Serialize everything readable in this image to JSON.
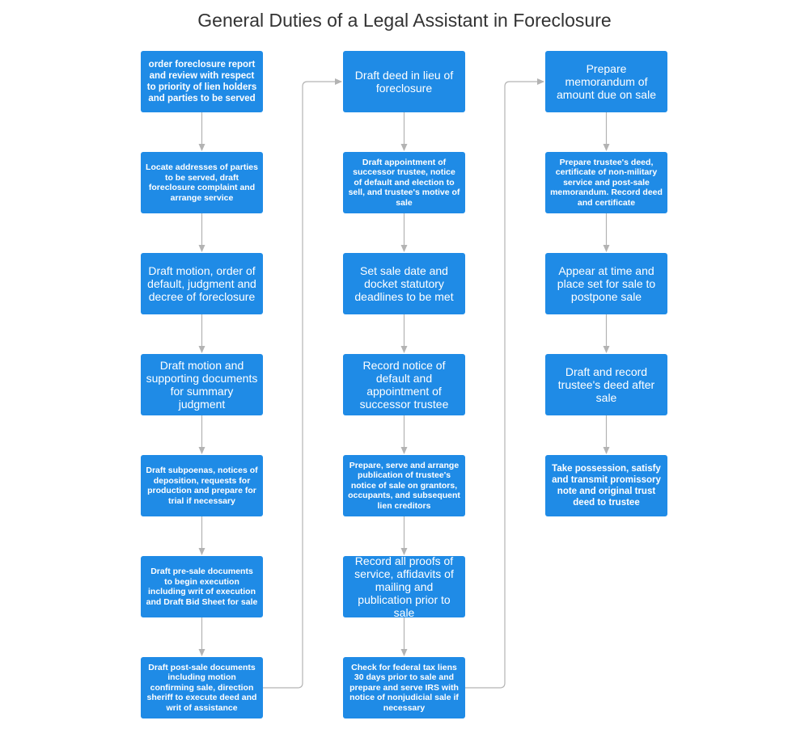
{
  "title": "General Duties of a Legal Assistant in Foreclosure",
  "colors": {
    "node_fill": "#1f8be6",
    "connector": "#b3b3b3",
    "title_text": "#333333"
  },
  "columns": [
    {
      "nodes": [
        "order foreclosure report and review with respect to priority of lien holders and parties to be served",
        "Locate addresses of parties to be served, draft foreclosure complaint and arrange service",
        "Draft motion, order of default, judgment and decree of foreclosure",
        "Draft motion and supporting documents for summary judgment",
        "Draft subpoenas, notices of deposition, requests for production and prepare for trial if necessary",
        "Draft pre-sale documents to begin execution including writ of execution and Draft Bid Sheet for sale",
        "Draft post-sale documents including motion confirming sale, direction sheriff to execute deed and writ of assistance"
      ]
    },
    {
      "nodes": [
        "Draft deed in lieu of foreclosure",
        "Draft appointment of successor trustee, notice of default and election to sell, and trustee's motive of sale",
        "Set sale date and docket statutory deadlines to be met",
        "Record notice of default and appointment of successor trustee",
        "Prepare, serve and arrange publication of trustee's notice of sale on grantors, occupants, and subsequent lien creditors",
        "Record all proofs of service, affidavits of mailing and publication prior to sale",
        "Check for federal tax liens 30 days prior to sale and prepare and serve IRS with notice of nonjudicial sale if necessary"
      ]
    },
    {
      "nodes": [
        "Prepare memorandum of amount due on sale",
        "Prepare trustee's deed, certificate of non-military service and post-sale memorandum.  Record deed and certificate",
        "Appear at time and place set for sale to postpone sale",
        "Draft and record trustee's deed after sale",
        "Take possession, satisfy and transmit promissory note and original trust deed to trustee"
      ]
    }
  ]
}
